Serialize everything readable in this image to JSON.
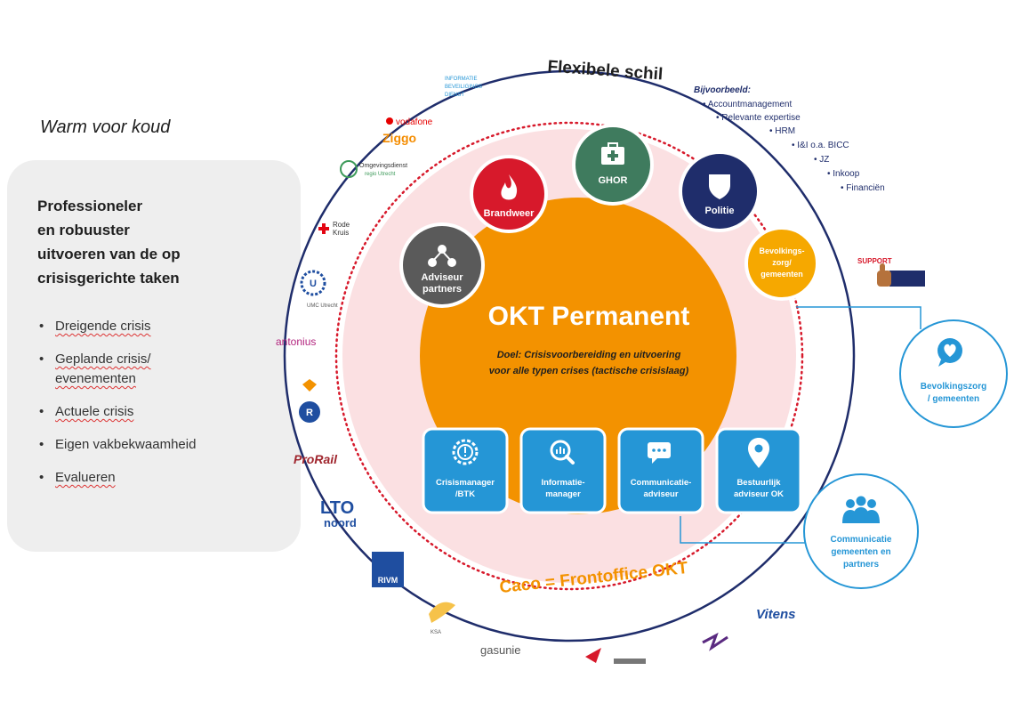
{
  "left": {
    "title": "Warm voor koud",
    "heading": [
      "Professioneler",
      "en robuuster",
      "uitvoeren van de op",
      "crisisgerichte taken"
    ],
    "items": [
      {
        "lines": [
          "Dreigende crisis"
        ]
      },
      {
        "lines": [
          "Geplande crisis/",
          "evenementen"
        ]
      },
      {
        "lines": [
          "Actuele crisis"
        ]
      },
      {
        "lines": [
          "Eigen vakbekwaamheid"
        ]
      },
      {
        "lines": [
          "Evalueren"
        ]
      }
    ]
  },
  "outer_ring": {
    "title": "Flexibele schil",
    "example_heading": "Bijvoorbeeld:",
    "examples": [
      "Accountmanagement",
      "Relevante expertise",
      "HRM",
      "I&I o.a. BICC",
      "JZ",
      "Inkoop",
      "Financiën"
    ]
  },
  "center": {
    "title": "OKT Permanent",
    "goal": [
      "Doel: Crisisvoorbereiding en uitvoering",
      "voor alle typen crises (tactische crisislaag)"
    ],
    "frontoffice": "Caco = Frontoffice OKT"
  },
  "partners": [
    {
      "label": [
        "Adviseur",
        "partners"
      ],
      "color": "#5a5a5a",
      "icon": "network-icon"
    },
    {
      "label": [
        "Brandweer"
      ],
      "color": "#d7192b",
      "icon": "flame-icon"
    },
    {
      "label": [
        "GHOR"
      ],
      "color": "#3f7b5e",
      "icon": "first-aid-kit-icon"
    },
    {
      "label": [
        "Politie"
      ],
      "color": "#1f2d6b",
      "icon": "shield-icon"
    },
    {
      "label": [
        "Bevolkings-",
        "zorg/",
        "gemeenten"
      ],
      "color": "#f6a800",
      "icon": "none"
    }
  ],
  "roles": [
    {
      "label": [
        "Crisismanager",
        "/BTK"
      ],
      "icon": "alert-gear-icon"
    },
    {
      "label": [
        "Informatie-",
        "manager"
      ],
      "icon": "search-chart-icon"
    },
    {
      "label": [
        "Communicatie-",
        "adviseur"
      ],
      "icon": "chat-bubbles-icon"
    },
    {
      "label": [
        "Bestuurlijk",
        "adviseur OK"
      ],
      "icon": "location-pin-icon"
    }
  ],
  "side_bubbles": [
    {
      "label": [
        "Bevolkingszorg",
        "/ gemeenten"
      ],
      "icon": "heart-chat-icon"
    },
    {
      "label": [
        "Communicatie",
        "gemeenten en",
        "partners"
      ],
      "icon": "people-group-icon"
    }
  ],
  "logos": {
    "veiligheid": [
      "INFORMATIE",
      "BEVEILIGINGS",
      "DIENST"
    ],
    "vodafone": "vodafone",
    "ziggo": "Ziggo",
    "omgevingsdienst": [
      "Omgevingsdienst",
      "regio Utrecht"
    ],
    "rodekruis": [
      "Rode",
      "Kruis"
    ],
    "umc": "UMC Utrecht",
    "antonius": "antonius",
    "rijkswaterstaat": "R",
    "prorail": "ProRail",
    "lto": [
      "LTO",
      "noord"
    ],
    "rivm": "RIVM",
    "ksa": "KSA",
    "gasunie": "gasunie",
    "vitens": "Vitens",
    "support": "SUPPORT"
  },
  "colors": {
    "orange": "#f39200",
    "pink": "#fbe0e2",
    "navy": "#1f2d6b",
    "blue": "#2596d6",
    "red_dots": "#d7192b"
  }
}
